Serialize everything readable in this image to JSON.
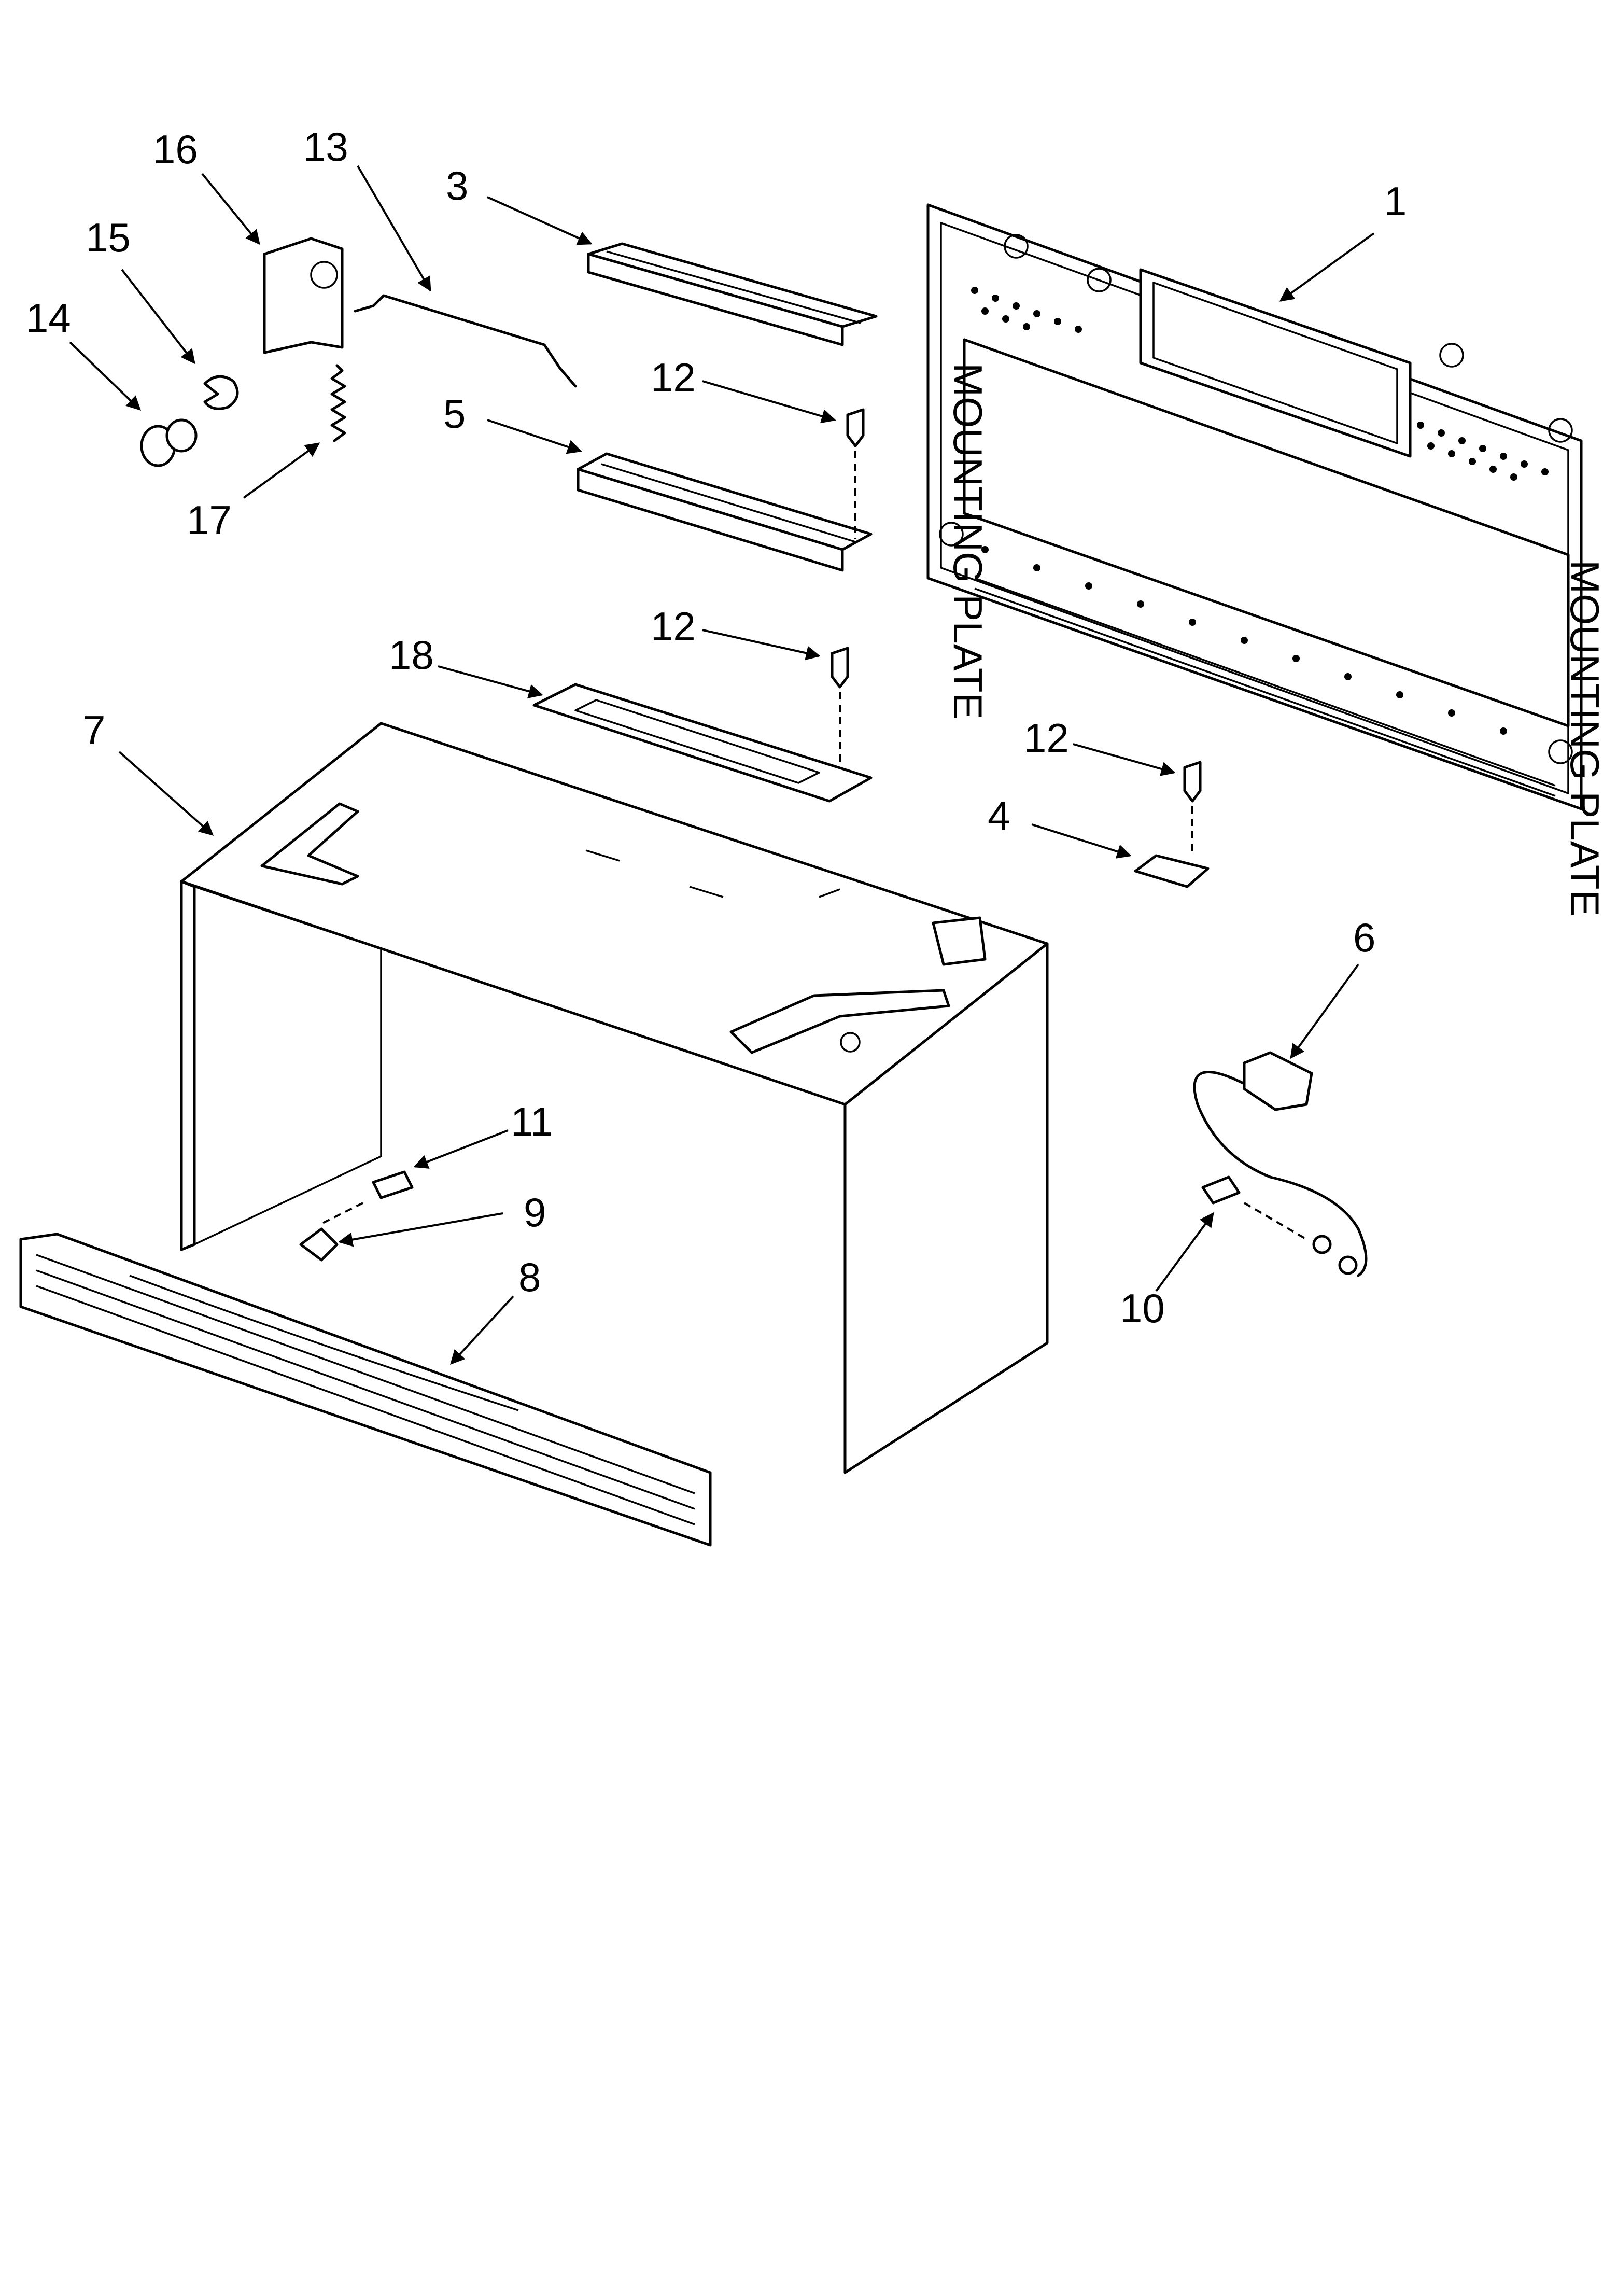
{
  "callouts": [
    {
      "id": "1",
      "text": "1"
    },
    {
      "id": "3",
      "text": "3"
    },
    {
      "id": "4",
      "text": "4"
    },
    {
      "id": "5",
      "text": "5"
    },
    {
      "id": "6",
      "text": "6"
    },
    {
      "id": "7",
      "text": "7"
    },
    {
      "id": "8",
      "text": "8"
    },
    {
      "id": "9",
      "text": "9"
    },
    {
      "id": "10",
      "text": "10"
    },
    {
      "id": "11",
      "text": "11"
    },
    {
      "id": "12a",
      "text": "12"
    },
    {
      "id": "12b",
      "text": "12"
    },
    {
      "id": "12c",
      "text": "12"
    },
    {
      "id": "13",
      "text": "13"
    },
    {
      "id": "14",
      "text": "14"
    },
    {
      "id": "15",
      "text": "15"
    },
    {
      "id": "16",
      "text": "16"
    },
    {
      "id": "17",
      "text": "17"
    },
    {
      "id": "18",
      "text": "18"
    }
  ],
  "plate_text": "MOUNTING PLATE"
}
